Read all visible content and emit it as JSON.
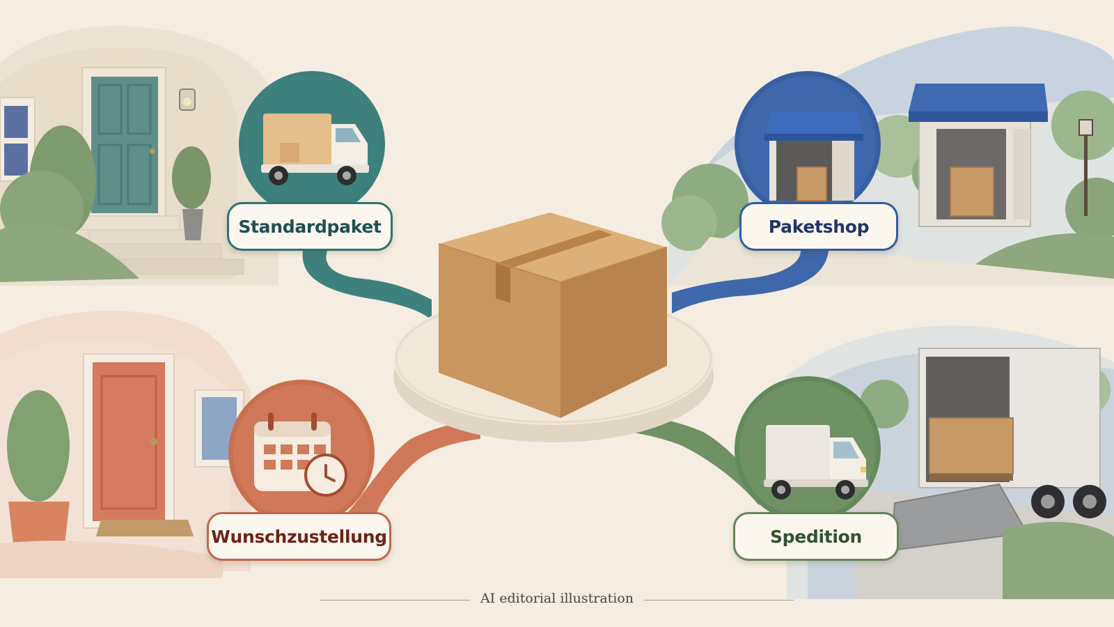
{
  "diagram": {
    "center": {
      "icon": "cardboard-box-icon"
    },
    "options": [
      {
        "id": "standardpaket",
        "label": "Standardpaket",
        "icon": "delivery-truck-icon",
        "color": "#2e7371"
      },
      {
        "id": "paketshop",
        "label": "Paketshop",
        "icon": "parcel-shop-icon",
        "color": "#2f5c9c"
      },
      {
        "id": "wunschzustellung",
        "label": "Wunschzustellung",
        "icon": "calendar-clock-icon",
        "color": "#c0674a"
      },
      {
        "id": "spedition",
        "label": "Spedition",
        "icon": "freight-truck-icon",
        "color": "#65855c"
      }
    ]
  },
  "caption": "AI editorial illustration"
}
